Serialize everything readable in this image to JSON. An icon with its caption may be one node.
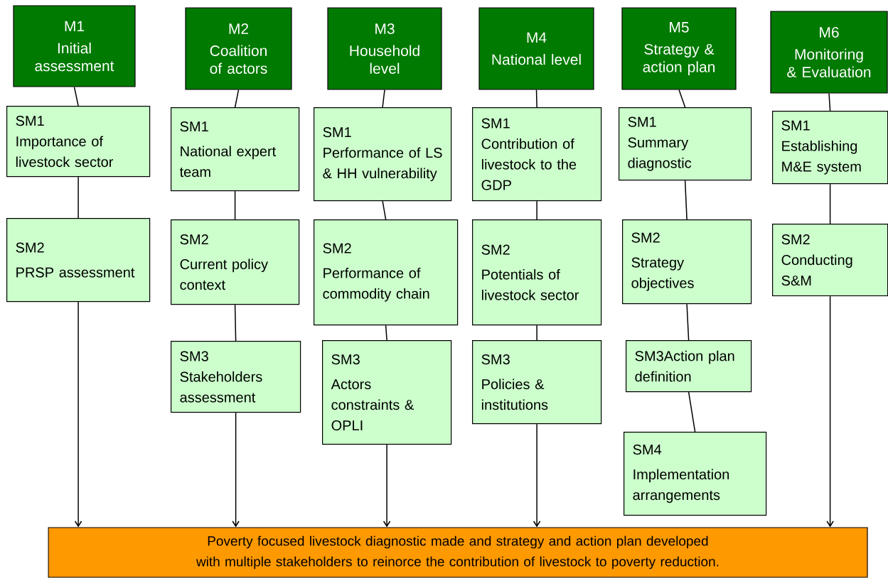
{
  "diagram": {
    "nodes": [
      {
        "text": [
          "M1",
          "Initial assessment"
        ]
      },
      {
        "text": [
          "SM1",
          "Importance of livestock sector"
        ]
      },
      {
        "text": [
          "SM2",
          "PRSP assessment"
        ]
      },
      {
        "text": [
          "M2",
          "Coalition of actors"
        ]
      },
      {
        "text": [
          "SM1",
          "National expert team"
        ]
      },
      {
        "text": [
          "SM2",
          "Current policy context"
        ]
      },
      {
        "text": [
          "SM3",
          "Stakeholders assessment"
        ]
      },
      {
        "text": [
          "M3",
          "Household level"
        ]
      },
      {
        "text": [
          "SM1",
          "Performance of LS & HH vulnerability"
        ]
      },
      {
        "text": [
          "SM2",
          "Performance of commodity chain"
        ]
      },
      {
        "text": [
          "SM3",
          "Actors constraints & OPLI"
        ]
      },
      {
        "text": [
          "M4",
          "National level"
        ]
      },
      {
        "text": [
          "SM1",
          "Contribution of livestock to the GDP"
        ]
      },
      {
        "text": [
          "SM2",
          "Potentials of livestock sector"
        ]
      },
      {
        "text": [
          "SM3",
          "Policies & institutions"
        ]
      },
      {
        "text": [
          "M5",
          "Strategy & action plan"
        ]
      },
      {
        "text": [
          "SM1",
          "Summary diagnostic"
        ]
      },
      {
        "text": [
          "SM2",
          "Strategy objectives"
        ]
      },
      {
        "text": [
          "SM3Action plan definition"
        ]
      },
      {
        "text": [
          "SM4",
          "Implementation arrangements"
        ]
      },
      {
        "text": [
          "M6",
          "Monitoring & Evaluation"
        ]
      },
      {
        "text": [
          "SM1",
          "Establishing M&E system"
        ]
      },
      {
        "text": [
          "SM2",
          "Conducting S&M"
        ]
      },
      {
        "text": [
          "Poverty focused livestock diagnostic made  and strategy and action plan developed with multiple stakeholders to reinorce the contribution of livestock to poverty reduction."
        ]
      }
    ],
    "edges": [
      {
        "from": 0,
        "to": 1,
        "arrow": "none"
      },
      {
        "from": 1,
        "to": 2,
        "arrow": "none"
      },
      {
        "from": 2,
        "to": 23,
        "arrow": "to"
      },
      {
        "from": 3,
        "to": 4,
        "arrow": "none"
      },
      {
        "from": 4,
        "to": 5,
        "arrow": "none"
      },
      {
        "from": 5,
        "to": 6,
        "arrow": "none"
      },
      {
        "from": 6,
        "to": 23,
        "arrow": "to"
      },
      {
        "from": 7,
        "to": 8,
        "arrow": "none"
      },
      {
        "from": 8,
        "to": 9,
        "arrow": "none"
      },
      {
        "from": 9,
        "to": 10,
        "arrow": "none"
      },
      {
        "from": 10,
        "to": 23,
        "arrow": "to"
      },
      {
        "from": 11,
        "to": 12,
        "arrow": "none"
      },
      {
        "from": 12,
        "to": 13,
        "arrow": "none"
      },
      {
        "from": 13,
        "to": 14,
        "arrow": "none"
      },
      {
        "from": 14,
        "to": 23,
        "arrow": "to"
      },
      {
        "from": 15,
        "to": 16,
        "arrow": "none"
      },
      {
        "from": 16,
        "to": 17,
        "arrow": "none"
      },
      {
        "from": 17,
        "to": 18,
        "arrow": "none"
      },
      {
        "from": 18,
        "to": 19,
        "arrow": "none"
      },
      {
        "from": 20,
        "to": 21,
        "arrow": "none"
      },
      {
        "from": 21,
        "to": 22,
        "arrow": "none"
      },
      {
        "from": 22,
        "to": 23,
        "arrow": "to"
      }
    ]
  }
}
